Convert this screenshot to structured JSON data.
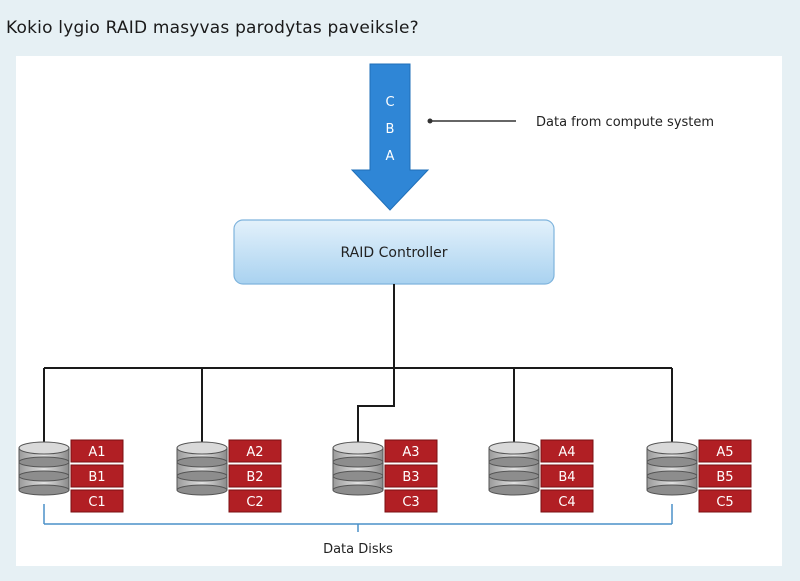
{
  "question": "Kokio lygio RAID masyvas parodytas paveiksle?",
  "diagram": {
    "incoming_blocks": [
      "C",
      "B",
      "A"
    ],
    "data_source_label": "Data from compute system",
    "controller_label": "RAID Controller",
    "disks_label": "Data Disks",
    "disks": [
      {
        "blocks": [
          "A1",
          "B1",
          "C1"
        ]
      },
      {
        "blocks": [
          "A2",
          "B2",
          "C2"
        ]
      },
      {
        "blocks": [
          "A3",
          "B3",
          "C3"
        ]
      },
      {
        "blocks": [
          "A4",
          "B4",
          "C4"
        ]
      },
      {
        "blocks": [
          "A5",
          "B5",
          "C5"
        ]
      }
    ],
    "colors": {
      "arrow": "#2f86d6",
      "controller_fill": "#cfe6f7",
      "block_fill": "#b11f24",
      "disk_fill": "#c9c9c9",
      "bracket": "#4a90c8"
    }
  }
}
